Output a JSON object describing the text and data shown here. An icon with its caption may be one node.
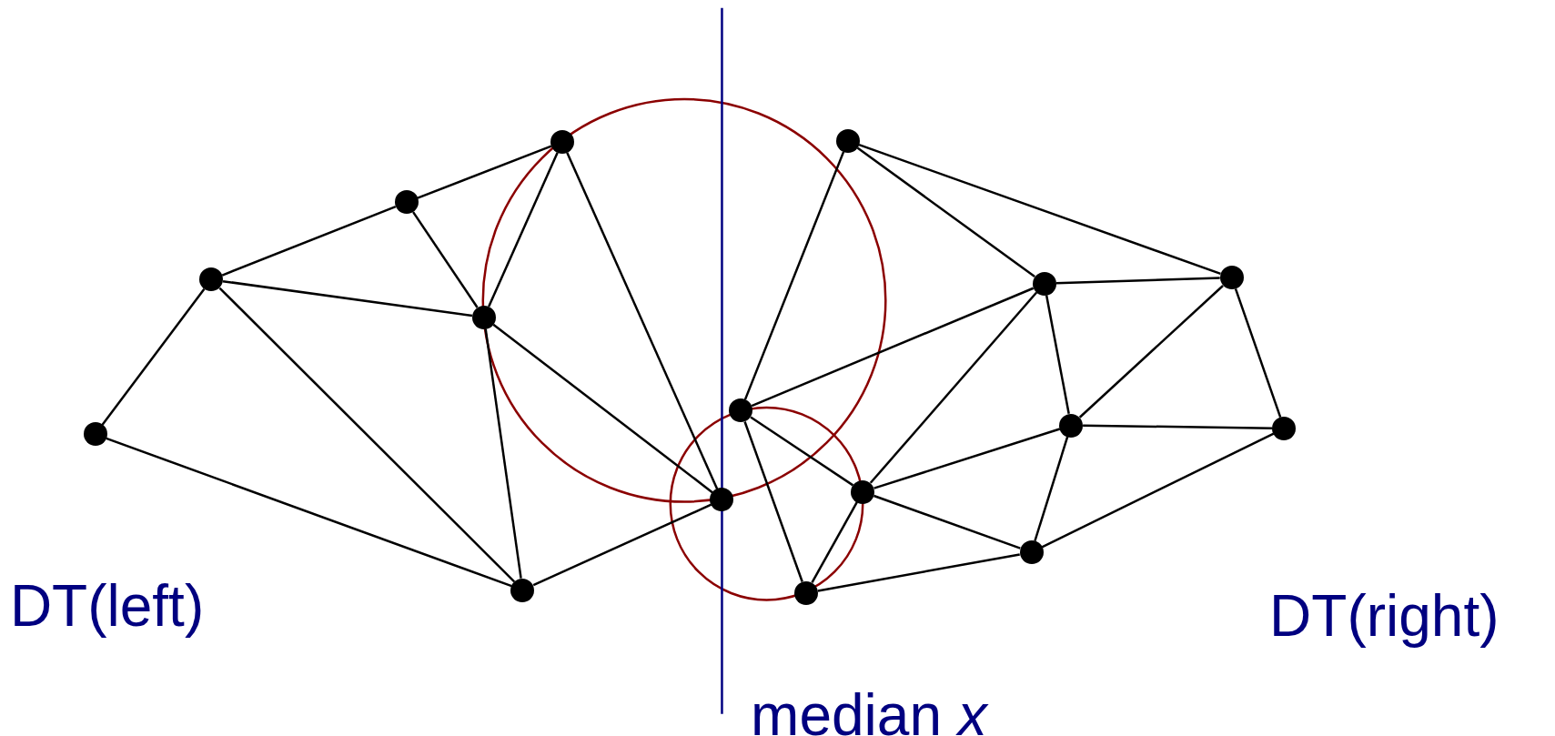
{
  "diagram": {
    "nodes": [
      {
        "text": [],
        "shape": "circle"
      },
      {
        "text": [],
        "shape": "circle"
      },
      {
        "text": [],
        "shape": "circle"
      },
      {
        "text": [],
        "shape": "circle"
      },
      {
        "text": [],
        "shape": "circle"
      },
      {
        "text": [],
        "shape": "circle"
      },
      {
        "text": [],
        "shape": "circle"
      },
      {
        "text": [],
        "shape": "circle"
      },
      {
        "text": [],
        "shape": "circle"
      },
      {
        "text": [],
        "shape": "circle"
      },
      {
        "text": [],
        "shape": "circle"
      },
      {
        "text": [],
        "shape": "circle"
      },
      {
        "text": [],
        "shape": "circle"
      },
      {
        "text": [],
        "shape": "circle"
      },
      {
        "text": [],
        "shape": "circle"
      },
      {
        "text": [],
        "shape": "circle"
      }
    ],
    "edges": [
      {
        "from": 0,
        "to": 1,
        "arrow": "none"
      },
      {
        "from": 0,
        "to": 5,
        "arrow": "none"
      },
      {
        "from": 1,
        "to": 2,
        "arrow": "none"
      },
      {
        "from": 1,
        "to": 4,
        "arrow": "none"
      },
      {
        "from": 1,
        "to": 5,
        "arrow": "none"
      },
      {
        "from": 2,
        "to": 3,
        "arrow": "none"
      },
      {
        "from": 2,
        "to": 4,
        "arrow": "none"
      },
      {
        "from": 3,
        "to": 4,
        "arrow": "none"
      },
      {
        "from": 3,
        "to": 6,
        "arrow": "none"
      },
      {
        "from": 4,
        "to": 6,
        "arrow": "none"
      },
      {
        "from": 4,
        "to": 5,
        "arrow": "none"
      },
      {
        "from": 5,
        "to": 6,
        "arrow": "none"
      },
      {
        "from": 7,
        "to": 10,
        "arrow": "none"
      },
      {
        "from": 7,
        "to": 8,
        "arrow": "none"
      },
      {
        "from": 7,
        "to": 9,
        "arrow": "none"
      },
      {
        "from": 8,
        "to": 9,
        "arrow": "none"
      },
      {
        "from": 8,
        "to": 10,
        "arrow": "none"
      },
      {
        "from": 8,
        "to": 13,
        "arrow": "none"
      },
      {
        "from": 8,
        "to": 11,
        "arrow": "none"
      },
      {
        "from": 9,
        "to": 11,
        "arrow": "none"
      },
      {
        "from": 9,
        "to": 12,
        "arrow": "none"
      },
      {
        "from": 11,
        "to": 12,
        "arrow": "none"
      },
      {
        "from": 11,
        "to": 13,
        "arrow": "none"
      },
      {
        "from": 11,
        "to": 15,
        "arrow": "none"
      },
      {
        "from": 12,
        "to": 15,
        "arrow": "none"
      },
      {
        "from": 10,
        "to": 13,
        "arrow": "none"
      },
      {
        "from": 10,
        "to": 14,
        "arrow": "none"
      },
      {
        "from": 13,
        "to": 14,
        "arrow": "none"
      },
      {
        "from": 13,
        "to": 15,
        "arrow": "none"
      },
      {
        "from": 14,
        "to": 15,
        "arrow": "none"
      }
    ],
    "labels": [
      "DT(left)",
      "DT(right)",
      "median *x*"
    ]
  }
}
